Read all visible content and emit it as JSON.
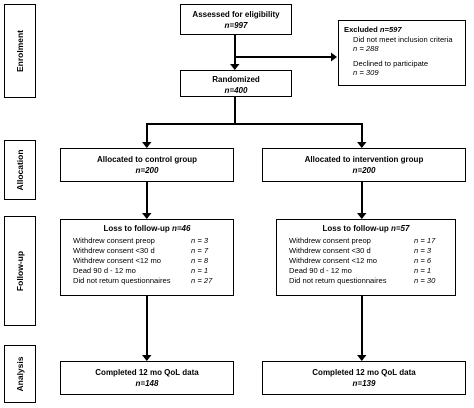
{
  "stages": {
    "enrolment": "Enrolment",
    "allocation": "Allocation",
    "follow_up": "Follow-up",
    "analysis": "Analysis"
  },
  "assessed": {
    "label": "Assessed for eligibility",
    "n": "n=997"
  },
  "excluded": {
    "label": "Excluded",
    "n": "n=597",
    "reason1": "Did not meet inclusion criteria",
    "reason1_n": "n = 288",
    "reason2": "Declined to participate",
    "reason2_n": "n = 309"
  },
  "randomized": {
    "label": "Randomized",
    "n": "n=400"
  },
  "control": {
    "allocated": "Allocated to control group",
    "allocated_n": "n=200",
    "loss_label": "Loss to follow-up",
    "loss_n": "n=46",
    "rows": [
      {
        "label": "Withdrew consent preop",
        "value": "n = 3"
      },
      {
        "label": "Withdrew consent <30 d",
        "value": "n = 7"
      },
      {
        "label": "Withdrew consent <12 mo",
        "value": "n = 8"
      },
      {
        "label": "Dead 90 d - 12 mo",
        "value": "n = 1"
      },
      {
        "label": "Did not return questionnaires",
        "value": "n = 27"
      }
    ],
    "completed": "Completed 12 mo QoL data",
    "completed_n": "n=148"
  },
  "intervention": {
    "allocated": "Allocated to intervention group",
    "allocated_n": "n=200",
    "loss_label": "Loss to follow-up",
    "loss_n": "n=57",
    "rows": [
      {
        "label": "Withdrew consent preop",
        "value": "n = 17"
      },
      {
        "label": "Withdrew consent <30 d",
        "value": "n = 3"
      },
      {
        "label": "Withdrew consent <12 mo",
        "value": "n = 6"
      },
      {
        "label": "Dead 90 d - 12 mo",
        "value": "n = 1"
      },
      {
        "label": "Did not return questionnaires",
        "value": "n = 30"
      }
    ],
    "completed": "Completed 12 mo QoL data",
    "completed_n": "n=139"
  }
}
